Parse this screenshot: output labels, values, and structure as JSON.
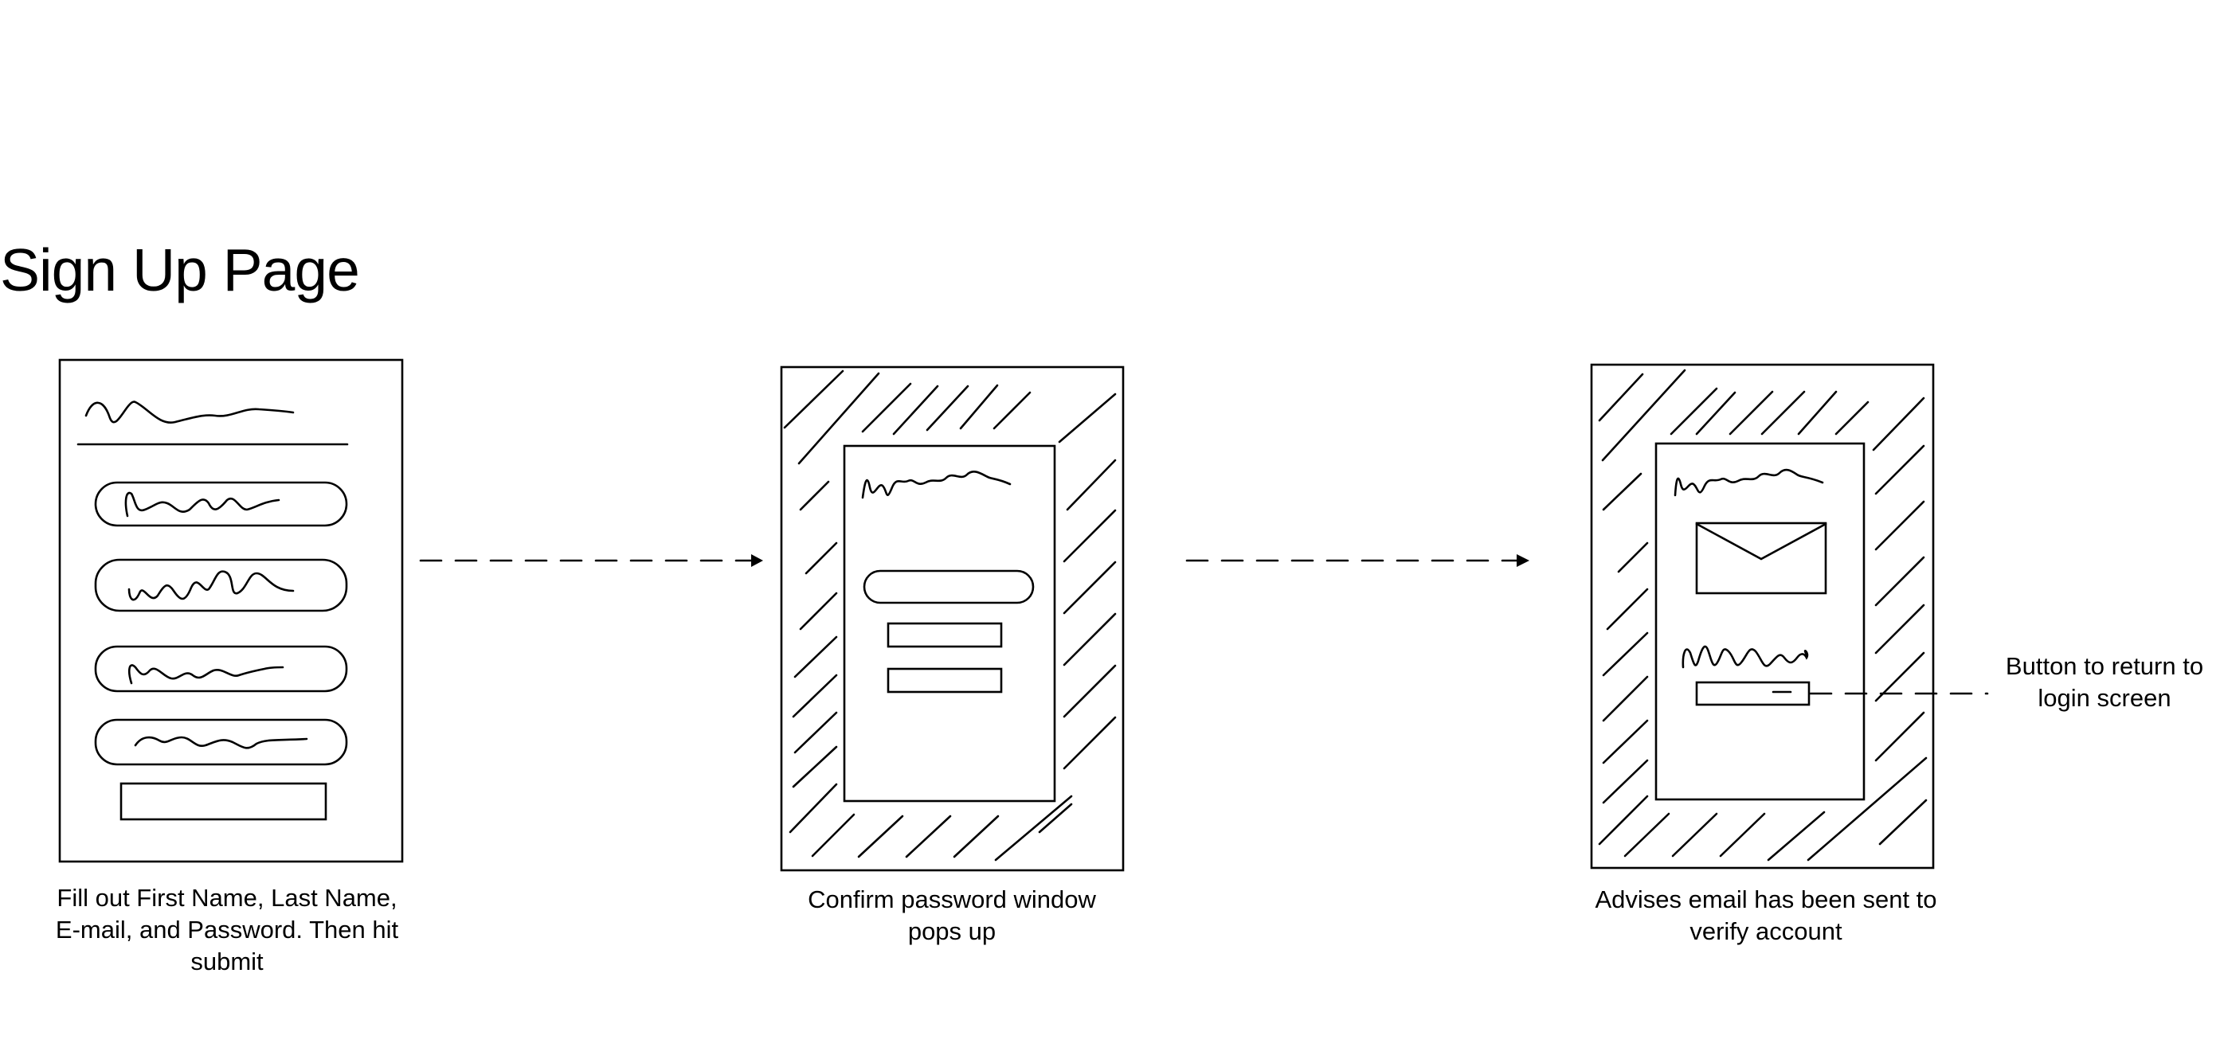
{
  "page": {
    "title": "Sign Up Page"
  },
  "screens": [
    {
      "id": "signup-form",
      "caption_lines": [
        "Fill out First Name, Last Name,",
        "E-mail, and Password. Then hit",
        "submit"
      ]
    },
    {
      "id": "confirm-password-popup",
      "caption_lines": [
        "Confirm password window",
        "pops up"
      ]
    },
    {
      "id": "email-sent-popup",
      "caption_lines": [
        "Advises email has been sent to",
        "verify account"
      ]
    }
  ],
  "annotations": [
    {
      "target": "return-to-login-button",
      "text_lines": [
        "Button to return to",
        "login screen"
      ]
    }
  ],
  "icons": {
    "envelope": "envelope-icon",
    "arrow": "arrow-right-icon"
  },
  "colors": {
    "stroke": "#000000",
    "background": "#ffffff"
  }
}
